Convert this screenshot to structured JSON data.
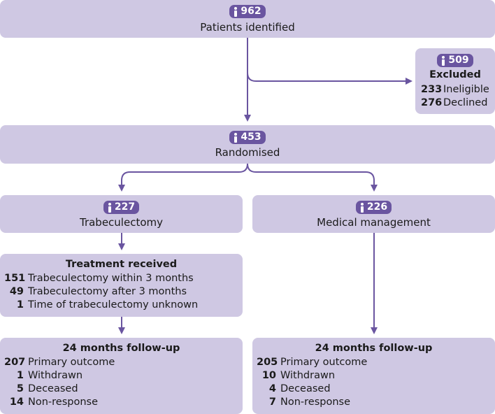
{
  "colors": {
    "box": "#cfc8e3",
    "badge": "#6a55a0",
    "line": "#6a55a0"
  },
  "icons": {
    "badge_icon": "person-icon"
  },
  "identified": {
    "count": "962",
    "label": "Patients identified"
  },
  "excluded": {
    "count": "509",
    "title": "Excluded",
    "rows": [
      {
        "n": "233",
        "text": "Ineligible"
      },
      {
        "n": "276",
        "text": "Declined"
      }
    ]
  },
  "randomised": {
    "count": "453",
    "label": "Randomised"
  },
  "trab": {
    "count": "227",
    "label": "Trabeculectomy"
  },
  "medical": {
    "count": "226",
    "label": "Medical management"
  },
  "treatment": {
    "title": "Treatment received",
    "rows": [
      {
        "n": "151",
        "text": "Trabeculectomy within 3 months"
      },
      {
        "n": "49",
        "text": "Trabeculectomy after 3 months"
      },
      {
        "n": "1",
        "text": "Time of trabeculectomy unknown"
      }
    ]
  },
  "followup_trab": {
    "title": "24 months follow-up",
    "rows": [
      {
        "n": "207",
        "text": "Primary outcome"
      },
      {
        "n": "1",
        "text": "Withdrawn"
      },
      {
        "n": "5",
        "text": "Deceased"
      },
      {
        "n": "14",
        "text": "Non-response"
      }
    ]
  },
  "followup_med": {
    "title": "24 months follow-up",
    "rows": [
      {
        "n": "205",
        "text": "Primary outcome"
      },
      {
        "n": "10",
        "text": "Withdrawn"
      },
      {
        "n": "4",
        "text": "Deceased"
      },
      {
        "n": "7",
        "text": "Non-response"
      }
    ]
  }
}
